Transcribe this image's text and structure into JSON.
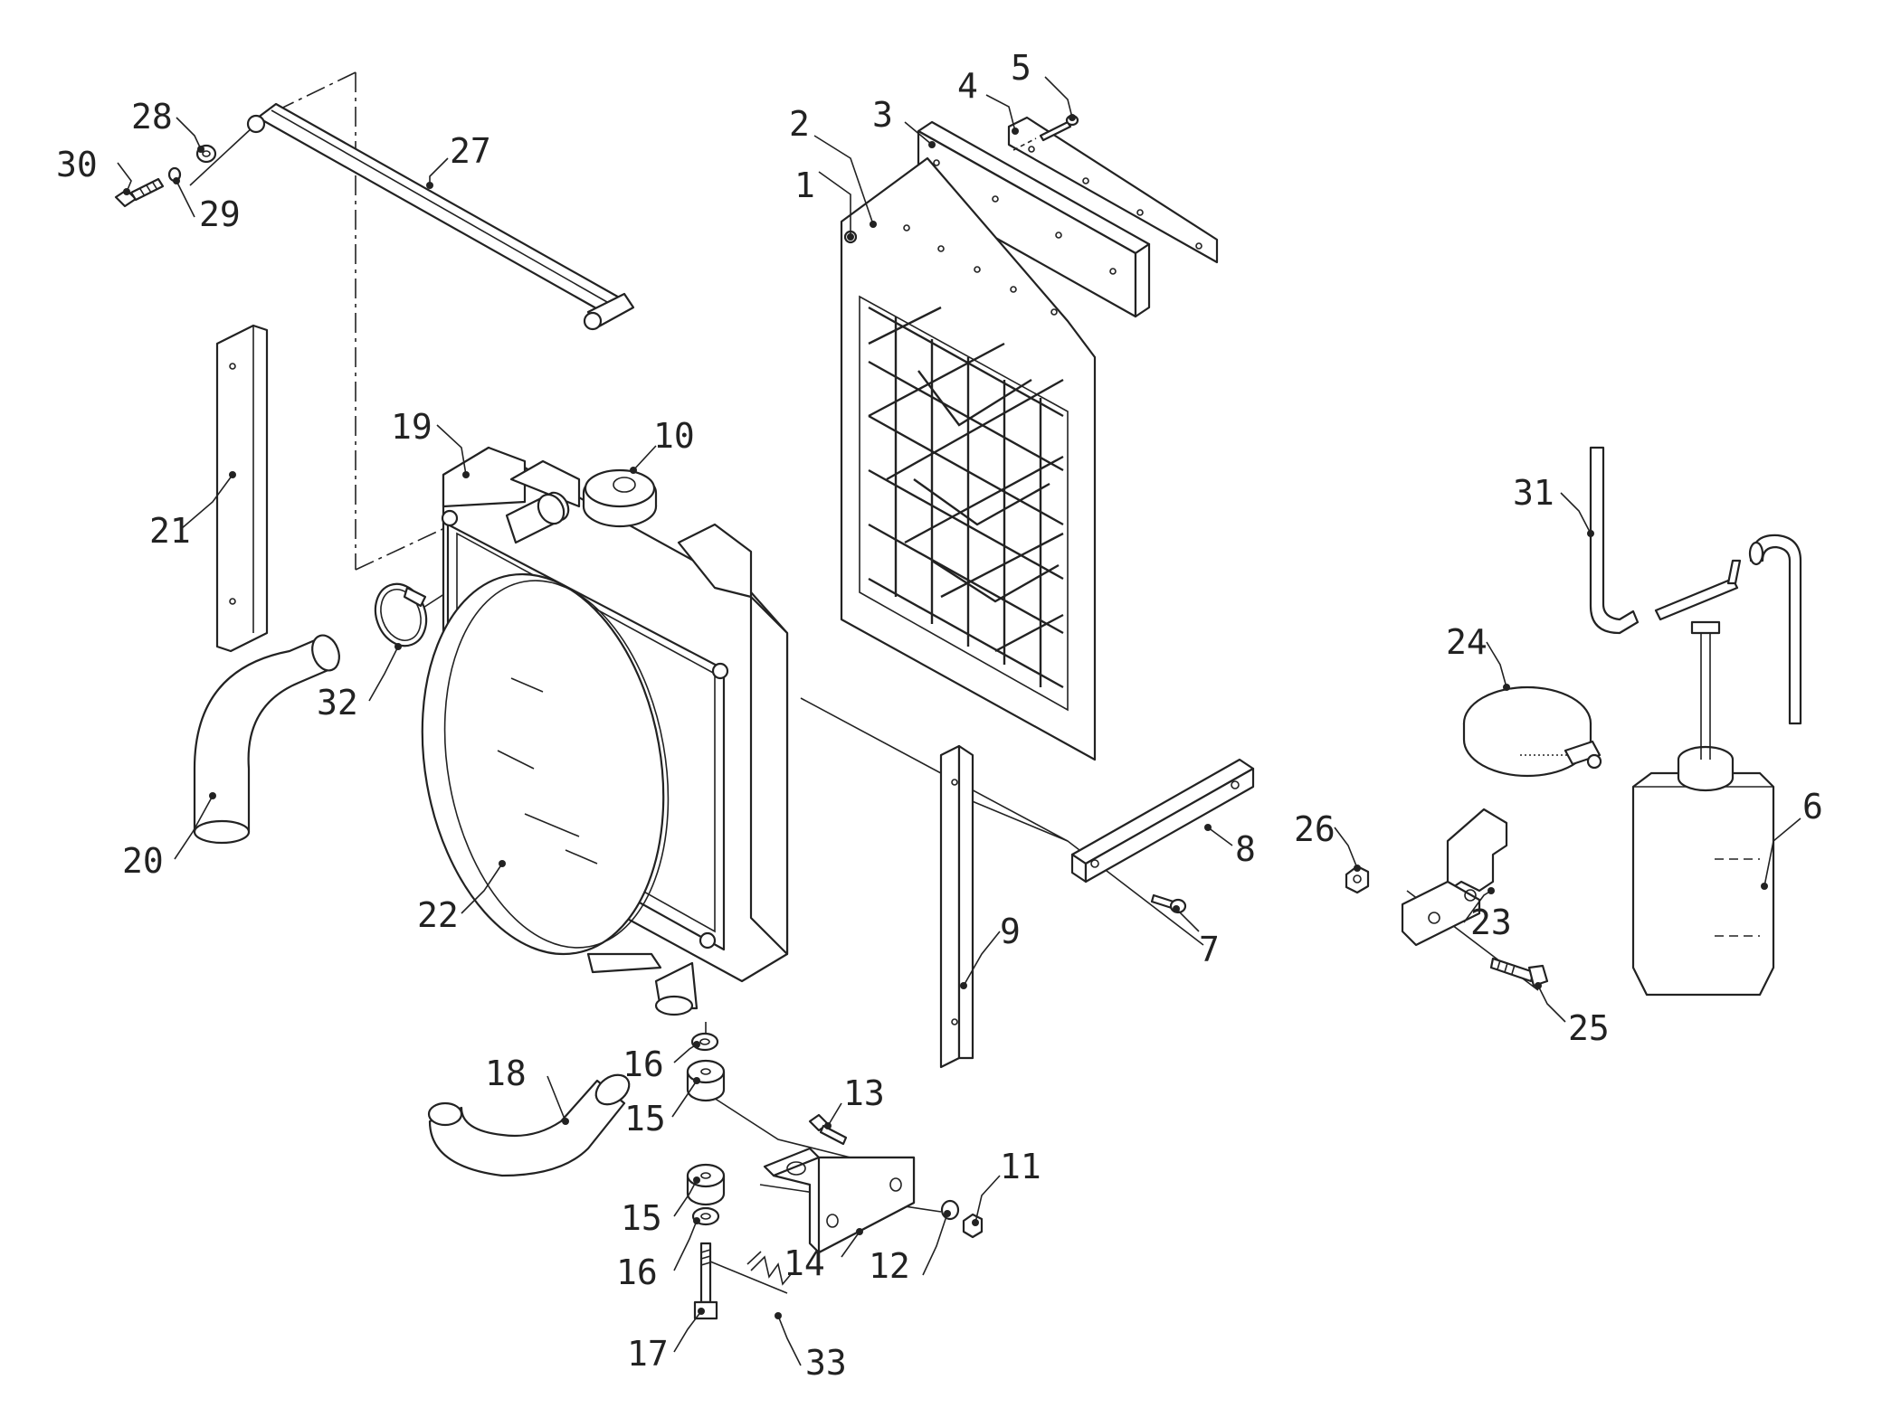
{
  "diagram": {
    "type": "exploded parts diagram",
    "colors": {
      "ink": "#222222",
      "background": "#ffffff"
    },
    "callouts": [
      "1",
      "2",
      "3",
      "4",
      "5",
      "6",
      "7",
      "8",
      "9",
      "10",
      "11",
      "12",
      "13",
      "14",
      "15",
      "15",
      "16",
      "16",
      "17",
      "18",
      "19",
      "20",
      "21",
      "22",
      "23",
      "24",
      "25",
      "26",
      "27",
      "28",
      "29",
      "30",
      "31",
      "32",
      "33"
    ]
  }
}
